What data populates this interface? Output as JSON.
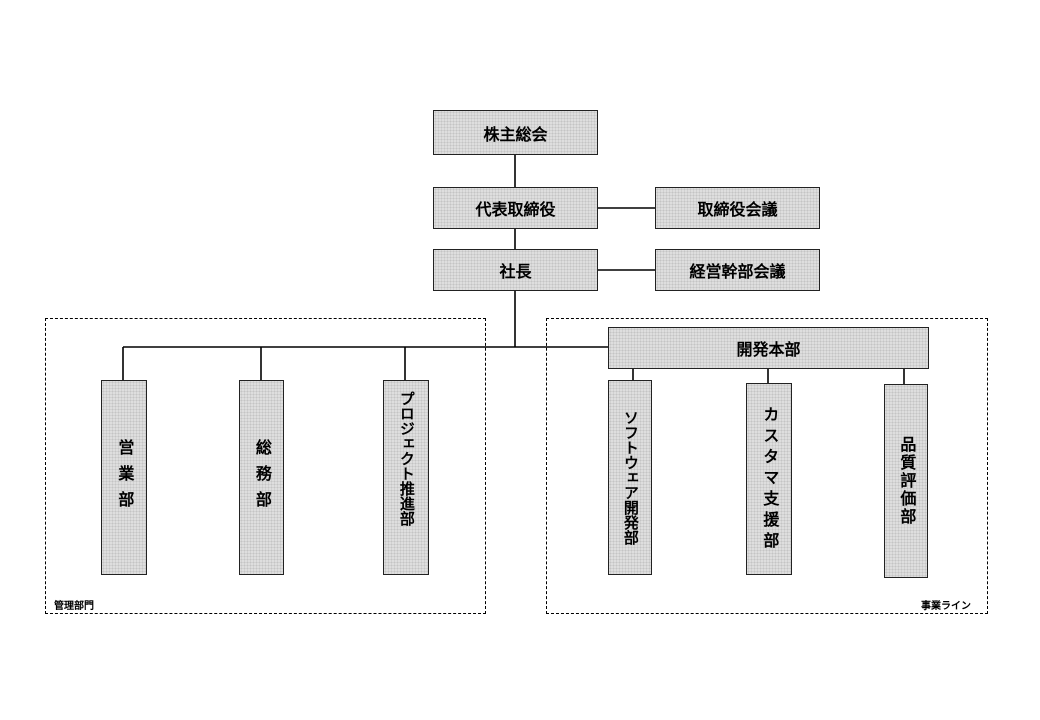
{
  "nodes": {
    "shareholders": "株主総会",
    "representative_director": "代表取締役",
    "board_meeting": "取締役会議",
    "president": "社長",
    "executive_meeting": "経営幹部会議",
    "sales": "営業部",
    "general_affairs": "総務部",
    "project_promotion": "プロジェクト推進部",
    "dev_headquarters": "開発本部",
    "software_dev": "ソフトウェア開発部",
    "customer_support": "カスタマ支援部",
    "quality_eval": "品質評価部"
  },
  "groups": {
    "management": "管理部門",
    "business_line": "事業ライン"
  }
}
